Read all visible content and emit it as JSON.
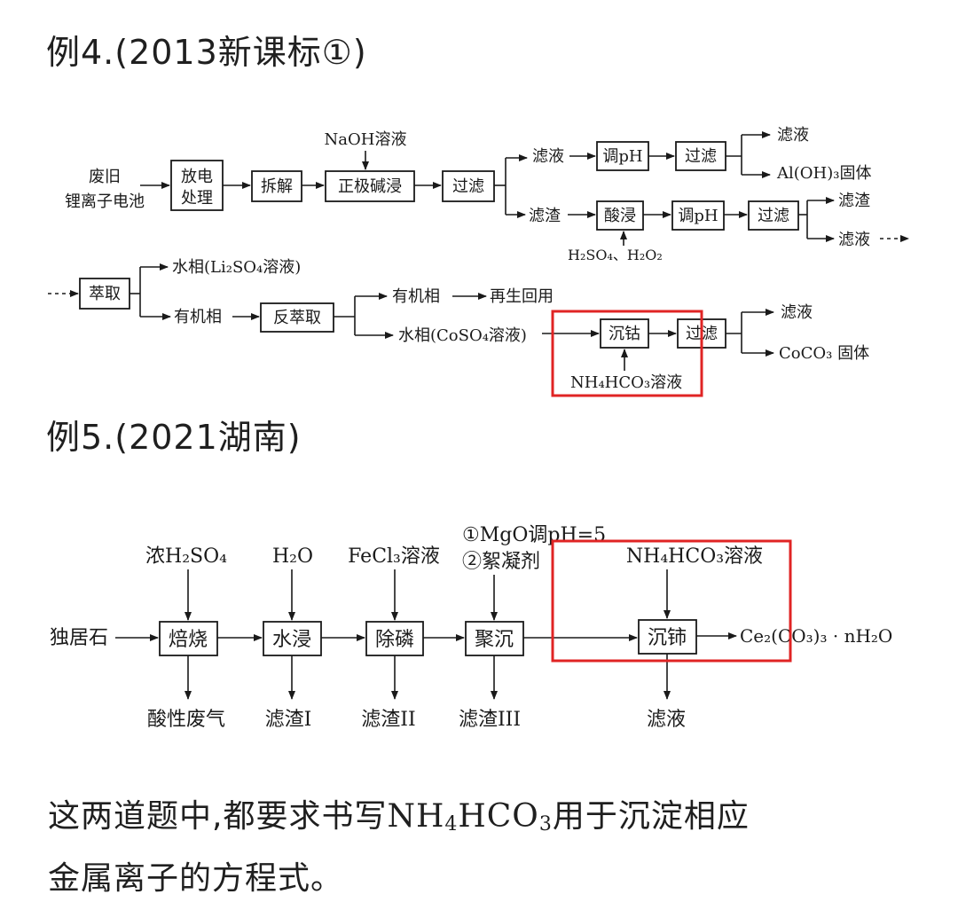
{
  "example4": {
    "heading": "例4.(2013新课标①)",
    "input": [
      "废旧",
      "锂离子电池"
    ],
    "box_discharge": [
      "放电",
      "处理"
    ],
    "box_disassemble": "拆解",
    "reagent_naoh": "NaOH溶液",
    "box_alkali_leach": "正极碱浸",
    "box_filter1": "过滤",
    "upper_filtrate": "滤液",
    "box_adjust_ph1": "调pH",
    "box_filter2": "过滤",
    "out_filtrate1": "滤液",
    "out_aloh3": "Al(OH)₃固体",
    "lower_residue": "滤渣",
    "box_acid_leach": "酸浸",
    "reagent_acid": "H₂SO₄、H₂O₂",
    "box_adjust_ph2": "调pH",
    "box_filter3": "过滤",
    "out_residue2": "滤渣",
    "out_filtrate2": "滤液",
    "box_extract": "萃取",
    "water_phase_li": "水相(Li₂SO₄溶液)",
    "organic_phase": "有机相",
    "box_back_extract": "反萃取",
    "organic_phase2": "有机相",
    "regenerate": "再生回用",
    "water_phase_co": "水相(CoSO₄溶液)",
    "box_precip_co": "沉钴",
    "box_filter4": "过滤",
    "reagent_nh4hco3": "NH₄HCO₃溶液",
    "out_filtrate3": "滤液",
    "out_coco3": "CoCO₃ 固体"
  },
  "example5": {
    "heading": "例5.(2021湖南)",
    "input": "独居石",
    "reagent1": "浓H₂SO₄",
    "reagent2": "H₂O",
    "reagent3": "FeCl₃溶液",
    "reagent4_line1": "①MgO调pH=5",
    "reagent4_line2": "②絮凝剂",
    "reagent5": "NH₄HCO₃溶液",
    "box_roast": "焙烧",
    "box_water_leach": "水浸",
    "box_remove_p": "除磷",
    "box_flocculate": "聚沉",
    "box_precip_ce": "沉铈",
    "product": "Ce₂(CO₃)₃ · nH₂O",
    "out_gas": "酸性废气",
    "out_residue1": "滤渣I",
    "out_residue2": "滤渣II",
    "out_residue3": "滤渣III",
    "out_filtrate": "滤液"
  },
  "summary": {
    "line1_a": "这两道题中,都要求书写",
    "line1_formula_a": "NH",
    "line1_sub_a": "4",
    "line1_formula_b": "HCO",
    "line1_sub_b": "3",
    "line1_b": "用于沉淀相应",
    "line2": "金属离子的方程式。"
  },
  "colors": {
    "highlight": "#e02424",
    "line": "#1a1a1a"
  }
}
